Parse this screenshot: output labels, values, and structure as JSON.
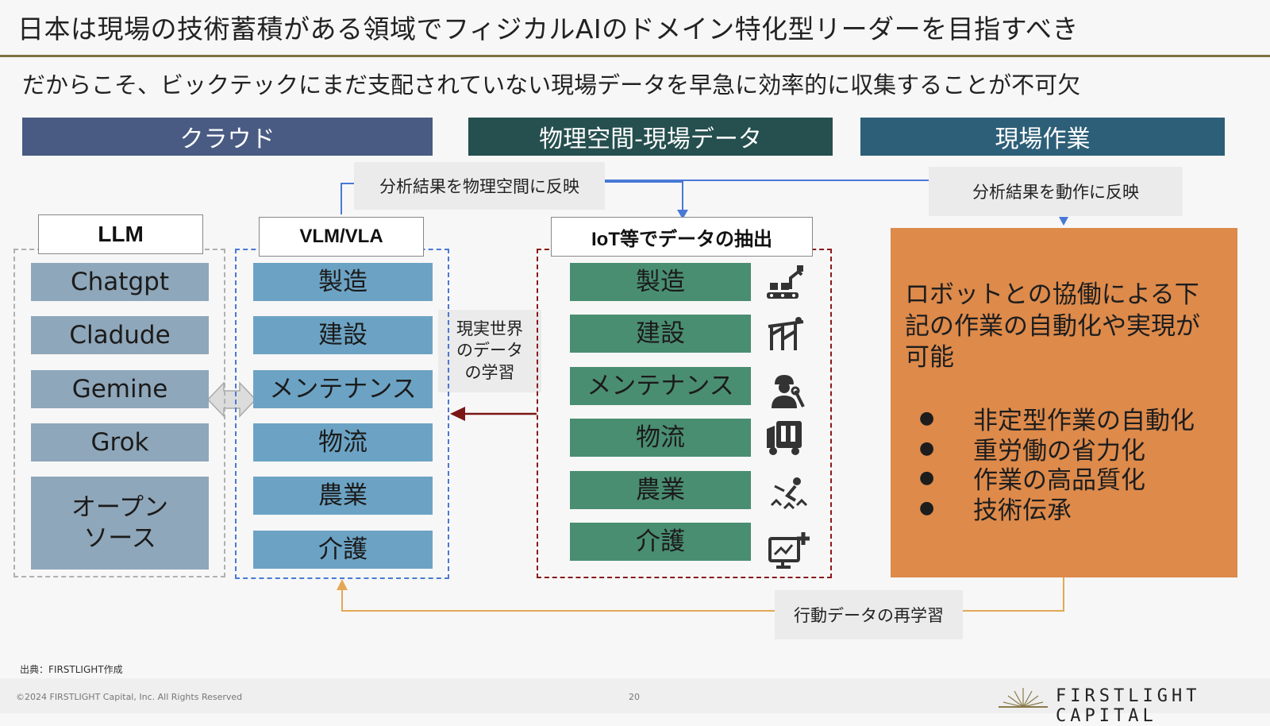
{
  "title": "日本は現場の技術蓄積がある領域でフィジカルAIのドメイン特化型リーダーを目指すべき",
  "subtitle": "だからこそ、ビックテックにまだ支配されていない現場データを早急に効率的に収集することが不可欠",
  "headers": {
    "cloud": "クラウド",
    "physical": "物理空間-現場データ",
    "site": "現場作業"
  },
  "notes": {
    "reflect_physical": "分析結果を物理空間に反映",
    "reflect_action": "分析結果を動作に反映",
    "learning_line1": "現実世界",
    "learning_line2": "のデータ",
    "learning_line3": "の学習",
    "relearn": "行動データの再学習"
  },
  "llm": {
    "label": "LLM",
    "items": [
      "Chatgpt",
      "Cladude",
      "Gemine",
      "Grok"
    ],
    "opensource_line1": "オープン",
    "opensource_line2": "ソース"
  },
  "vlm": {
    "label": "VLM/VLA",
    "items": [
      "製造",
      "建設",
      "メンテナンス",
      "物流",
      "農業",
      "介護"
    ]
  },
  "iot": {
    "label": "IoT等でデータの抽出",
    "items": [
      "製造",
      "建設",
      "メンテナンス",
      "物流",
      "農業",
      "介護"
    ],
    "icons": [
      "factory-robot-icon",
      "construction-icon",
      "worker-maintenance-icon",
      "truck-icon",
      "farming-icon",
      "care-monitor-icon"
    ]
  },
  "site": {
    "text": "ロボットとの協働による下記の作業の自動化や実現が可能",
    "bullets": [
      "非定型作業の自動化",
      "重労働の省力化",
      "作業の高品質化",
      "技術伝承"
    ]
  },
  "footer": {
    "source": "出典：FIRSTLIGHT作成",
    "copyright": "©2024 FIRSTLIGHT Capital, Inc. All Rights Reserved",
    "page": "20",
    "brand": "FIRSTLIGHT CAPITAL"
  },
  "colors": {
    "cloud_header": "#495b83",
    "physical_header": "#264f4f",
    "site_header": "#2e5f78",
    "llm_item": "#8fa7ba",
    "vlm_item": "#6ca3c4",
    "iot_item": "#4a8e72",
    "site_box": "#dd8a4b",
    "vlm_border": "#4a78d6",
    "iot_border": "#8b1a1a",
    "feedback_line": "#e3a857"
  }
}
